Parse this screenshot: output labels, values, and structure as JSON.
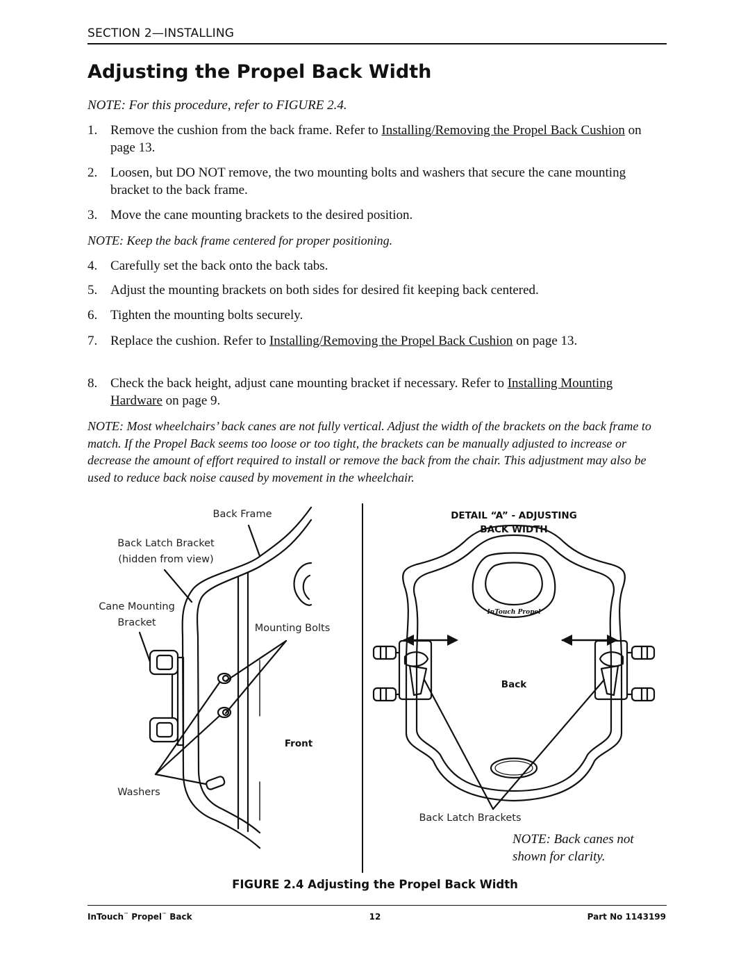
{
  "header": {
    "section": "SECTION 2—INSTALLING",
    "title": "Adjusting the Propel Back Width"
  },
  "notes": {
    "intro": "NOTE: For this procedure, refer to FIGURE 2.4.",
    "centered": "NOTE: Keep the back frame centered for proper positioning.",
    "long": "NOTE: Most wheelchairs’ back canes are not fully vertical. Adjust the width of the brackets on the back frame to match. If the Propel Back seems too loose or too tight, the brackets can be manually adjusted to increase or decrease the amount of effort required to install or remove the back from the chair. This adjustment may also be used to reduce back noise caused by movement in the wheelchair."
  },
  "steps": [
    {
      "num": "1.",
      "pre": "Remove the cushion from the back frame. Refer to ",
      "link": "Installing/Removing the Propel Back Cushion",
      "post": " on page 13."
    },
    {
      "num": "2.",
      "pre": "Loosen, but DO NOT remove, the two mounting bolts and washers that secure the cane mounting bracket to the back frame.",
      "link": "",
      "post": ""
    },
    {
      "num": "3.",
      "pre": "Move the cane mounting brackets to the desired position.",
      "link": "",
      "post": ""
    },
    {
      "num": "4.",
      "pre": "Carefully set the back onto the back tabs.",
      "link": "",
      "post": ""
    },
    {
      "num": "5.",
      "pre": "Adjust the mounting brackets on both sides for desired fit keeping back centered.",
      "link": "",
      "post": ""
    },
    {
      "num": "6.",
      "pre": "Tighten the mounting bolts securely.",
      "link": "",
      "post": ""
    },
    {
      "num": "7.",
      "pre": "Replace the cushion. Refer to ",
      "link": "Installing/Removing the Propel Back Cushion",
      "post": " on page 13."
    },
    {
      "num": "8.",
      "pre": "Check the back height, adjust cane mounting bracket if necessary. Refer to ",
      "link": "Installing Mounting Hardware",
      "post": " on page 9."
    }
  ],
  "figure": {
    "labels": {
      "back_frame": "Back Frame",
      "back_latch_bracket_1": "Back Latch Bracket",
      "back_latch_bracket_2": "(hidden from view)",
      "cane_mounting_1": "Cane Mounting",
      "cane_mounting_2": "Bracket",
      "mounting_bolts": "Mounting Bolts",
      "washers": "Washers",
      "front": "Front",
      "detail_1": "DETAIL “A” - ADJUSTING",
      "detail_2": "BACK WIDTH",
      "back": "Back",
      "back_latch_brackets": "Back Latch Brackets",
      "logo_text": "InTouch Propel"
    },
    "note": "NOTE: Back canes not shown for clarity.",
    "caption": "FIGURE 2.4 Adjusting the Propel Back Width"
  },
  "footer": {
    "brand": "InTouch",
    "product": "Propel",
    "product_suffix": "Back",
    "tm": "™",
    "page": "12",
    "part": "Part No 1143199"
  }
}
